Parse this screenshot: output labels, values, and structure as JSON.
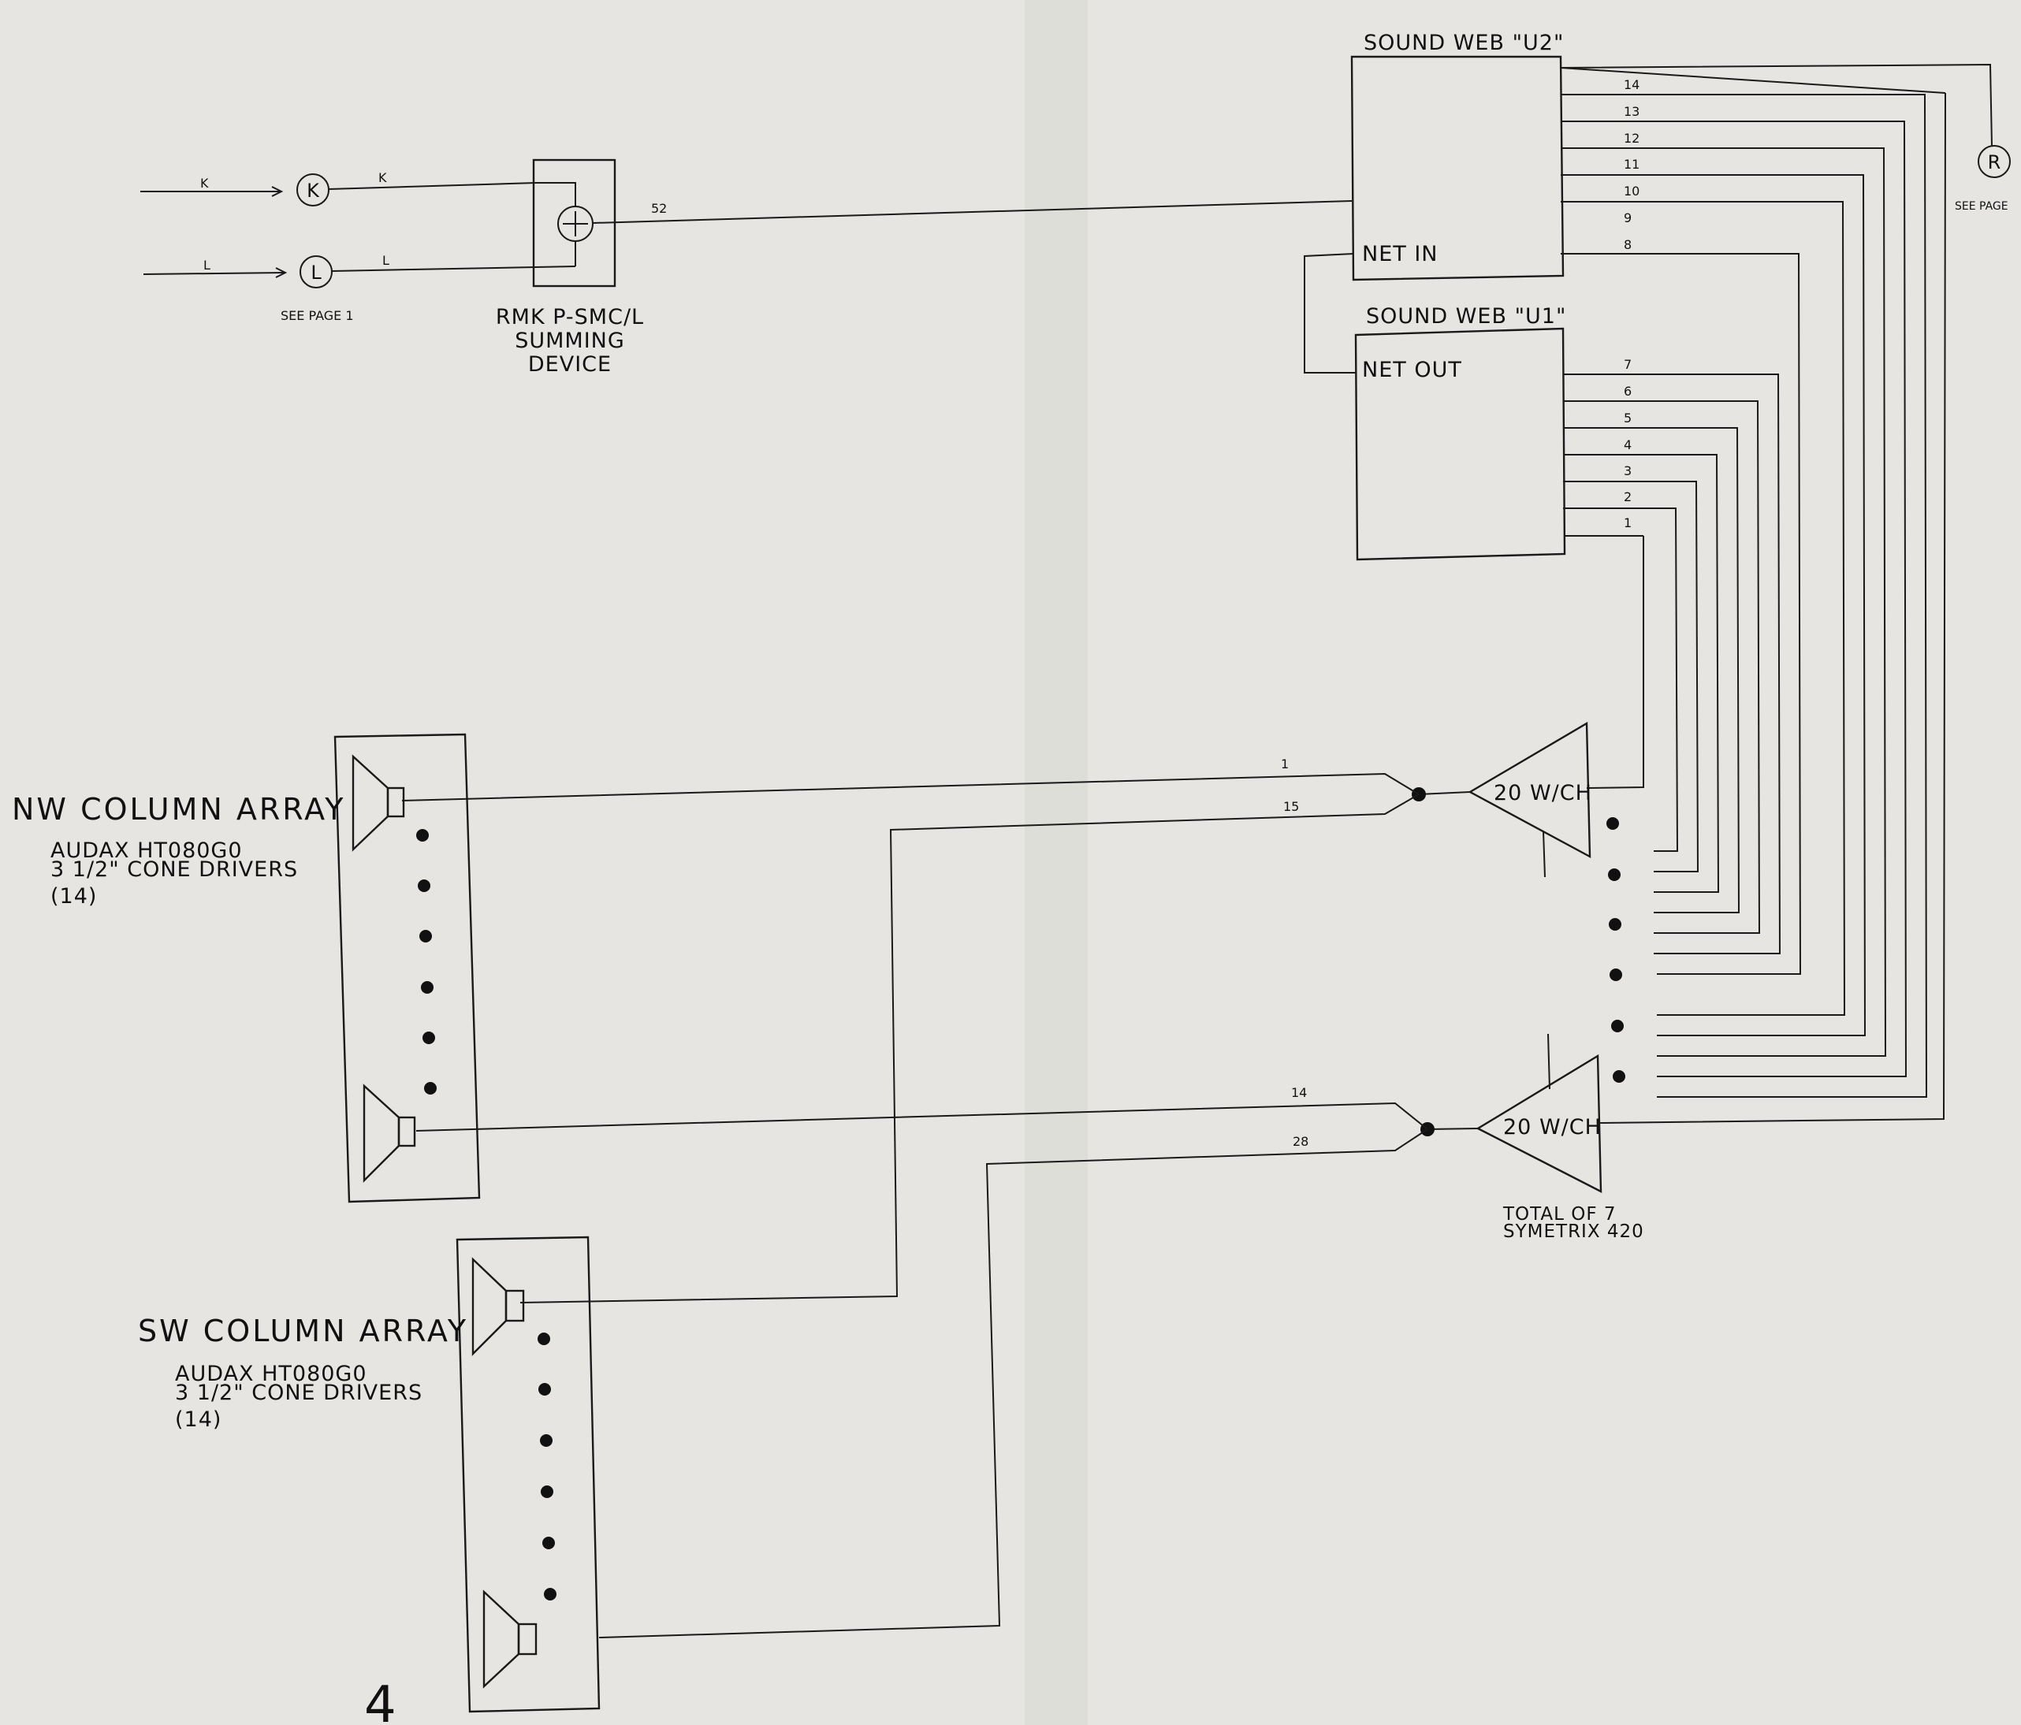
{
  "inputs": {
    "k": {
      "arrow_label": "K",
      "node": "K",
      "wire_label": "K"
    },
    "l": {
      "arrow_label": "L",
      "node": "L",
      "wire_label": "L"
    },
    "see_page": "SEE PAGE 1"
  },
  "summing_device": {
    "label_lines": [
      "RMK P-SMC/L",
      "SUMMING",
      "DEVICE"
    ],
    "output_wire": "52"
  },
  "sound_web_u2": {
    "title": "SOUND WEB \"U2\"",
    "port": "NET IN",
    "outputs": [
      "14",
      "13",
      "12",
      "11",
      "10",
      "9",
      "8"
    ]
  },
  "sound_web_u1": {
    "title": "SOUND WEB \"U1\"",
    "port": "NET OUT",
    "outputs": [
      "7",
      "6",
      "5",
      "4",
      "3",
      "2",
      "1"
    ]
  },
  "offpage": {
    "node": "R",
    "see_page": "SEE PAGE"
  },
  "amplifiers": {
    "top_label": "20 W/CH",
    "bottom_label": "20 W/CH",
    "note_lines": [
      "TOTAL OF 7",
      "SYMETRIX 420"
    ]
  },
  "wire_labels": {
    "w1": "1",
    "w15": "15",
    "w14": "14",
    "w28": "28"
  },
  "nw_array": {
    "title": "NW COLUMN ARRAY",
    "desc_lines": [
      "AUDAX HT080G0",
      "3 1/2\" CONE DRIVERS",
      "(14)"
    ]
  },
  "sw_array": {
    "title": "SW COLUMN ARRAY",
    "desc_lines": [
      "AUDAX HT080G0",
      "3 1/2\" CONE DRIVERS",
      "(14)"
    ]
  },
  "page_number": "4",
  "colors": {
    "paper": "#e4e3df",
    "ink": "#1a1a1a"
  }
}
